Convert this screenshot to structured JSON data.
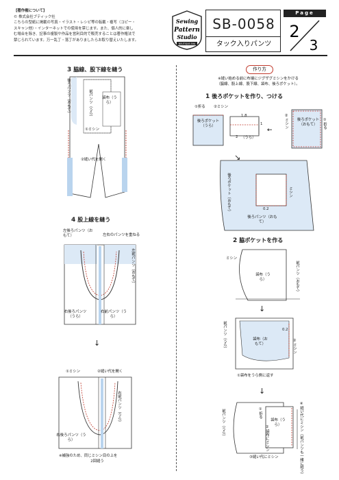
{
  "copyright": {
    "heading": "【著作権について】",
    "company": "© 株式会社ブティック社",
    "lines": [
      "こちらの型紙に掲載の写真・イラスト・レシピ等の転載・複写（コピー・",
      "スキャン他）・インターネットでの使用を禁じます。また、個人的に楽し",
      "む場合を除き、記事の複製や作品を営利目的で販売することは著作権法で",
      "禁じられています。万一乱丁・落丁がありましたらお取り替えいたします。"
    ]
  },
  "logo": {
    "line1": "Sewing",
    "line2": "Pattern",
    "line3": "Studio",
    "small": "BOUTIQUE-SHA"
  },
  "header": {
    "code": "SB-0058",
    "title": "タック入りパンツ",
    "page_label": "Page",
    "page_current": "2",
    "page_total": "3"
  },
  "left": {
    "s3": {
      "num": "3",
      "title": "脇線、股下線を縫う",
      "back": "後ろパンツ（おもて）",
      "front": "前パンツ（うら）",
      "pocket": "袋布（うら）",
      "sew": "①ミシン",
      "open": "②縫い代を開く"
    },
    "s4": {
      "num": "4",
      "title": "股上線を縫う",
      "left_back": "左後ろパンツ（おもて）",
      "overlap": "左右のパンツを重ねる",
      "left_front": "左前パンツ（おもて）",
      "right_back": "右後ろパンツ（うら）",
      "right_front": "右前パンツ（うら）"
    },
    "s4b": {
      "sew": "①ミシン",
      "open": "②縫い代を開く",
      "right_front": "右前パンツ（うら）",
      "right_back": "右後ろパンツ（うら）",
      "note1": "※補強のため、同じミシン目の上を",
      "note2": "2回縫う"
    }
  },
  "right": {
    "badge": "作り方",
    "note1": "※縫い始める前に布端にジグザグミシンをかける",
    "note2": "（脇線、股上線、股下線、袋布、後ろポケット）。",
    "s1": {
      "num": "1",
      "title": "後ろポケットを作り、つける",
      "fold": "①折る",
      "sew": "②ミシン",
      "pocket": "後ろポケット（うら）",
      "m1": "1.8",
      "m2": "1",
      "m3": "2",
      "ura": "（うら）",
      "pocket_omote": "後ろポケット（おもて）",
      "sew2": "②ミシン",
      "fold2": "①折る",
      "pocket2": "後ろポケット（おもて）",
      "sew3": "ミシン",
      "m02": "0.2",
      "back": "後ろパンツ（おもて）"
    },
    "s2": {
      "num": "2",
      "title": "脇ポケットを作る",
      "sew": "ミシン",
      "pocket": "袋布（うら）",
      "front": "前パンツ（おもて）",
      "m02": "0.2",
      "pocket2": "袋布（おもて）",
      "sew2": "②ミシン",
      "front2": "前パンツ（うら）",
      "flip": "①袋布をうら側に返す",
      "fold": "①折る",
      "sew3": "②袋布にミシン",
      "pocket3": "袋布（うら）",
      "front3": "前パンツ（うら）",
      "seam": "④縫い代にミシン（前パンツも一緒に縫う）",
      "seam2": "③縫い代にミシン"
    }
  }
}
